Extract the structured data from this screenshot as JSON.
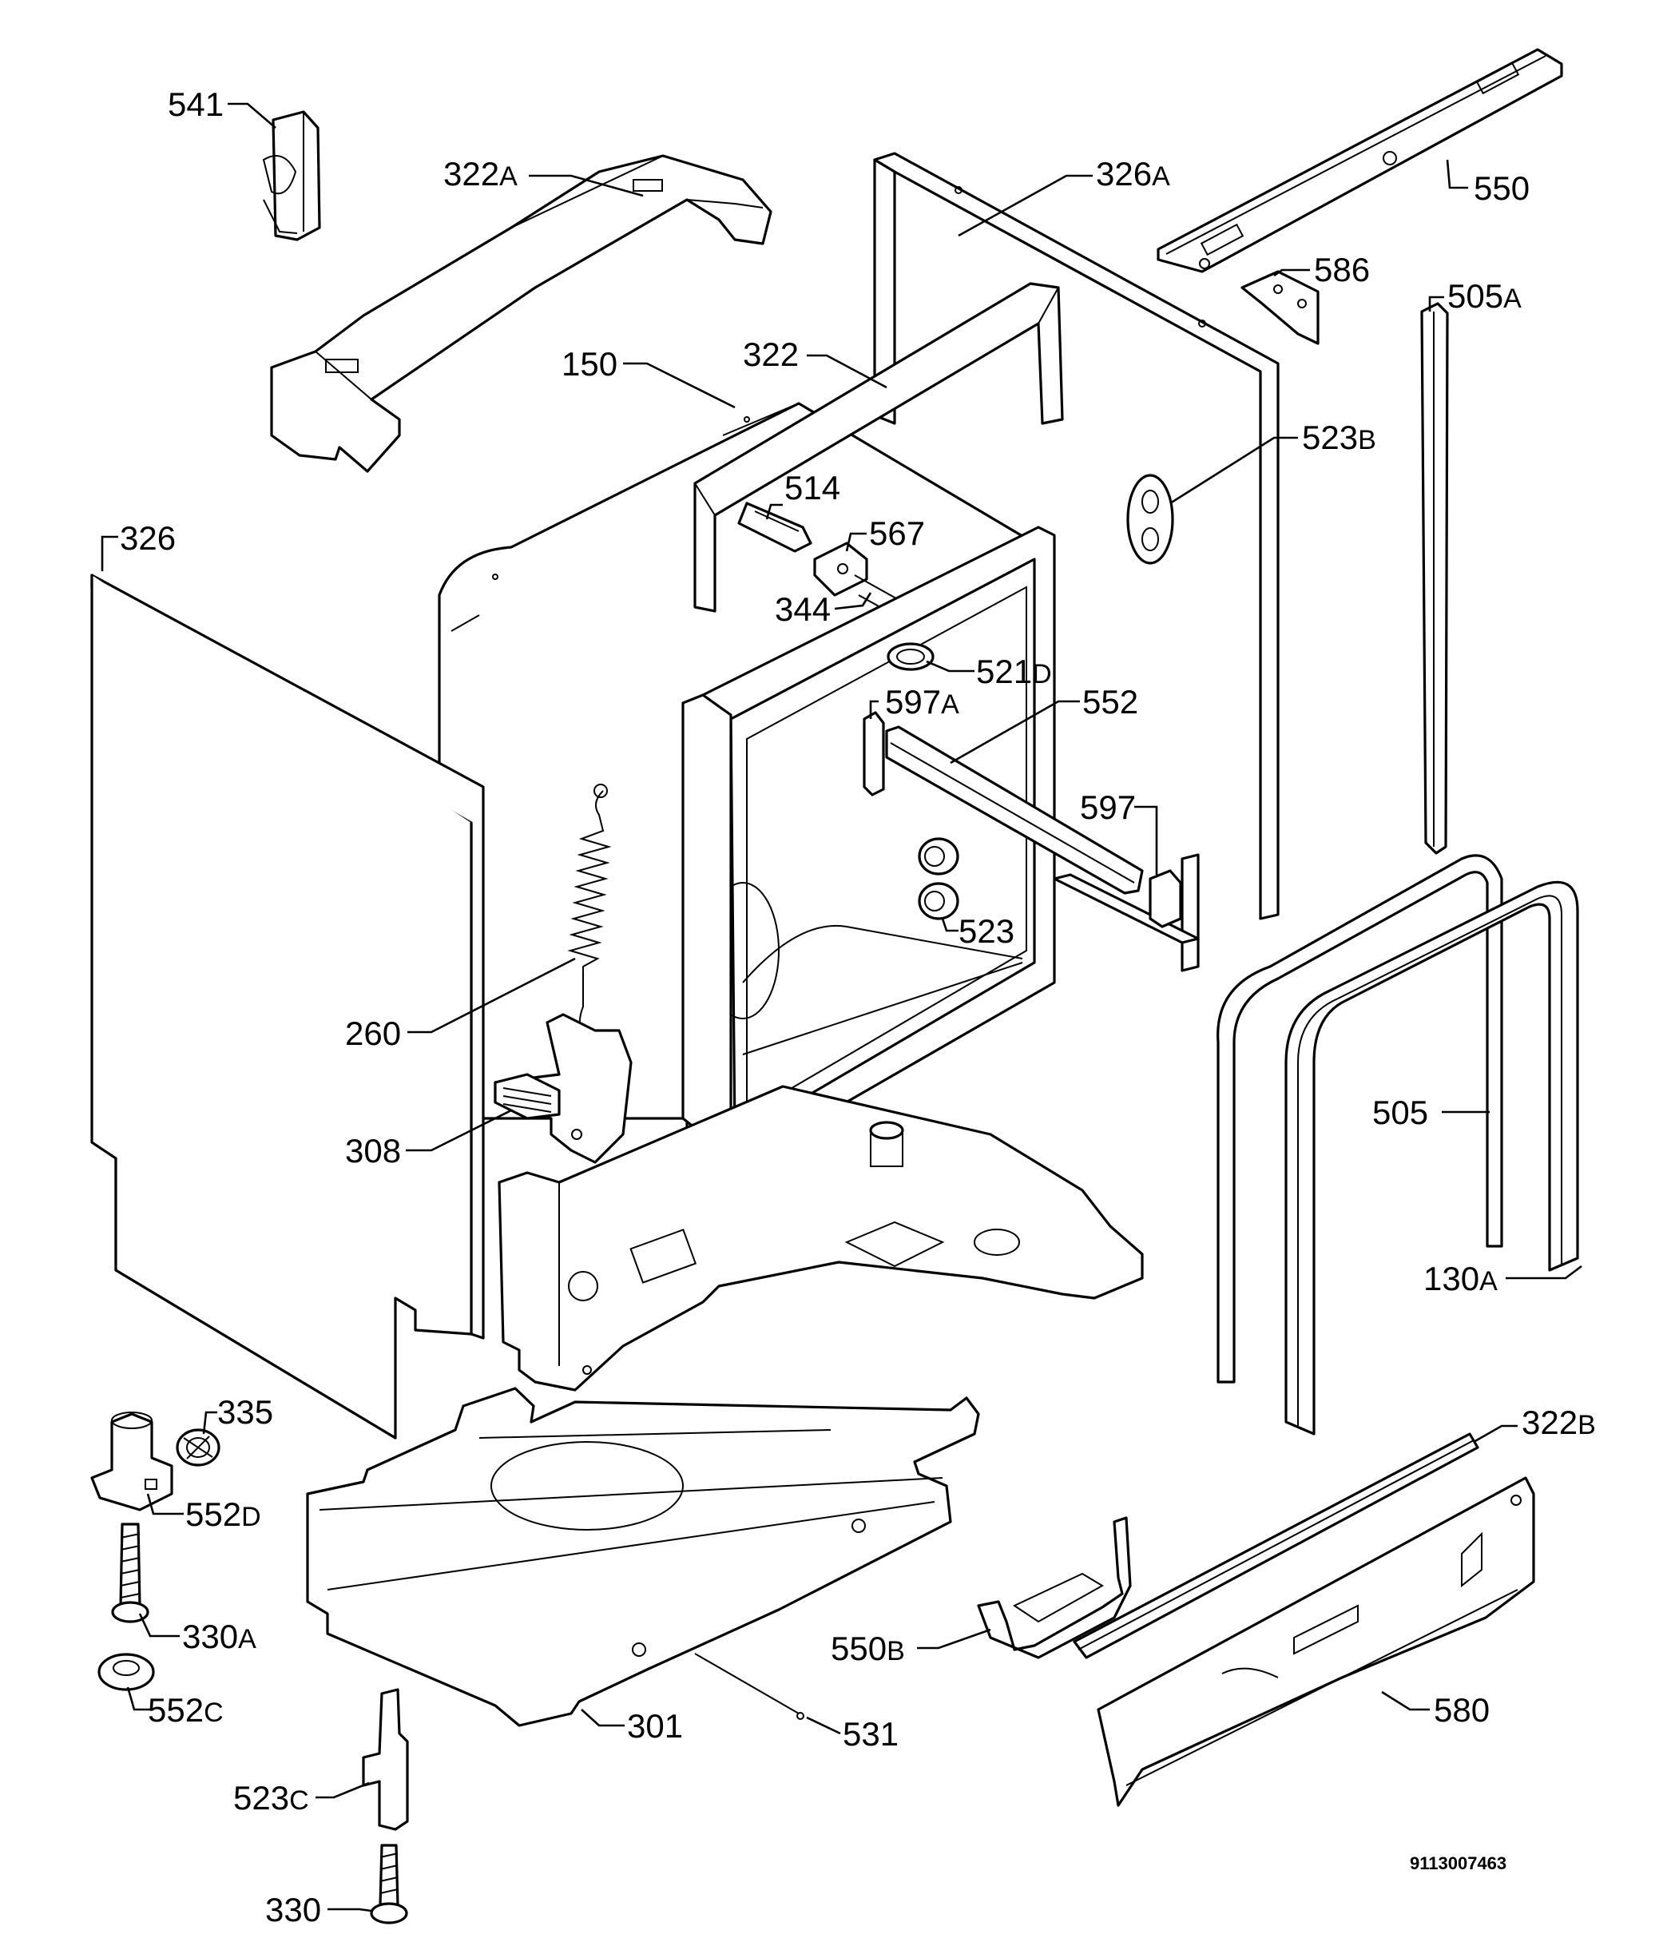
{
  "diagram": {
    "drawing_number": "9113007463",
    "callouts": {
      "c541": "541",
      "c322a": "322",
      "c322a_sfx": "A",
      "c326a": "326",
      "c326a_sfx": "A",
      "c550": "550",
      "c586": "586",
      "c505a": "505",
      "c505a_sfx": "A",
      "c150": "150",
      "c322": "322",
      "c523b": "523",
      "c523b_sfx": "B",
      "c514": "514",
      "c567": "567",
      "c326": "326",
      "c344": "344",
      "c521d": "521",
      "c521d_sfx": "D",
      "c597a": "597",
      "c597a_sfx": "A",
      "c552": "552",
      "c597": "597",
      "c523": "523",
      "c260": "260",
      "c505": "505",
      "c308": "308",
      "c130a": "130",
      "c130a_sfx": "A",
      "c335": "335",
      "c322b": "322",
      "c322b_sfx": "B",
      "c552d": "552",
      "c552d_sfx": "D",
      "c330a": "330",
      "c330a_sfx": "A",
      "c550b": "550",
      "c550b_sfx": "B",
      "c552c": "552",
      "c552c_sfx": "C",
      "c301": "301",
      "c531": "531",
      "c580": "580",
      "c523c": "523",
      "c523c_sfx": "C",
      "c330": "330"
    }
  }
}
